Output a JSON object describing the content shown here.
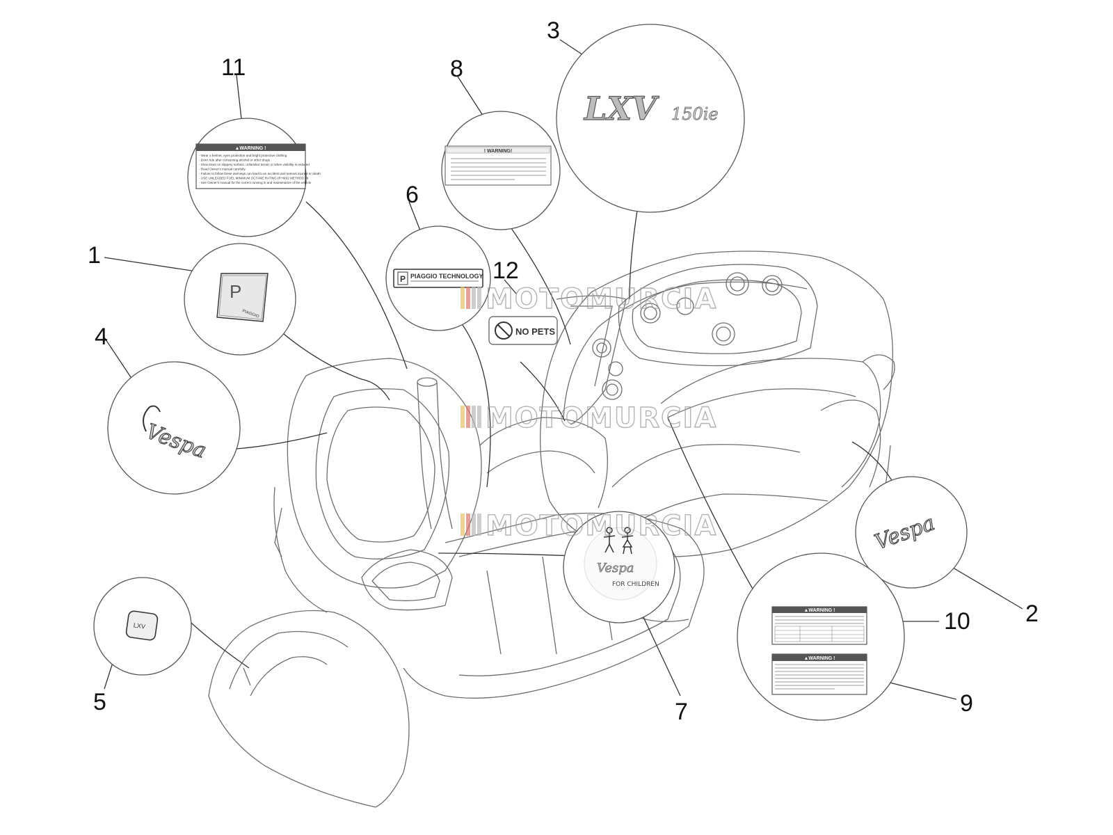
{
  "callouts": {
    "c1": "1",
    "c2": "2",
    "c3": "3",
    "c4": "4",
    "c5": "5",
    "c6": "6",
    "c7": "7",
    "c8": "8",
    "c9": "9",
    "c10": "10",
    "c11": "11",
    "c12": "12"
  },
  "watermark": "MOTOMURCIA",
  "labels": {
    "warning_title": "▲WARNING !",
    "warning_title_8": "! WARNING!",
    "warning_title_9": "▲WARNING !",
    "warning_title_10": "▲WARNING !",
    "piaggio_technology": "PIAGGIO TECHNOLOGY",
    "no_pets": "NO PETS",
    "lxv_model": "LXV",
    "lxv_sub": "150ie",
    "vespa_script": "Vespa",
    "for_children": "FOR CHILDREN",
    "badge_p_text": "PIAGGIO",
    "badge_lxv_text": "LXV"
  },
  "warning11_lines": [
    "- Wear a helmet, eyes protection and bright protective clothing",
    "- Don't ride after consuming alcohol or other drugs",
    "- Slow down on slippery surface, unfamiliar terrain or when visibility is reduced",
    "- Read Owner's manual carefully.",
    "- Failure to follow these warnings can lead to an accident and serious injuries or death",
    "- USE UNLEADED FUEL MINIMUM OCTANE RATING (R+M)/2 METHOD 86",
    "- See Owner's manual for the correct running in and maintenance of the vehicle"
  ],
  "colors": {
    "line": "#555555",
    "callout_line": "#333333",
    "label_header": "#444444"
  }
}
